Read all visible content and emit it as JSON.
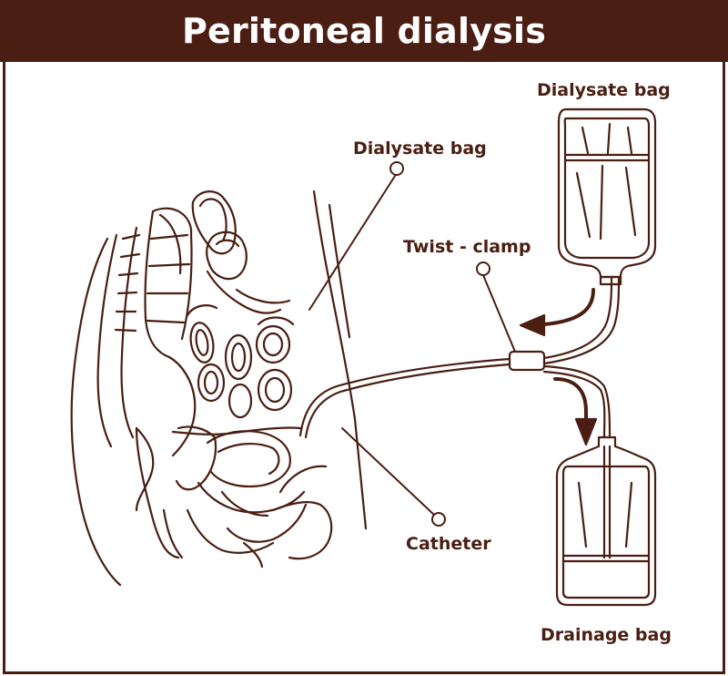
{
  "title": "Peritoneal dialysis",
  "labels": {
    "dialysate_bag_top": "Dialysate bag",
    "dialysate_bag_body": "Dialysate bag",
    "twist_clamp": "Twist - clamp",
    "catheter": "Catheter",
    "drainage_bag": "Drainage bag"
  },
  "colors": {
    "ink": "#4a1e12",
    "title_bg": "#4a1e12",
    "title_text": "#ffffff",
    "background": "#ffffff"
  }
}
